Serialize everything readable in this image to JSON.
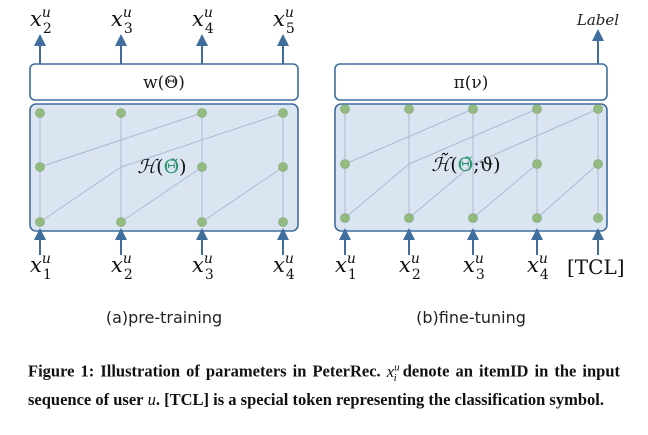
{
  "diagram": {
    "pretrain": {
      "outputs": [
        "x_2^u",
        "x_3^u",
        "x_4^u",
        "x_5^u"
      ],
      "head_label": "w(Θ)",
      "net_label": "ℋ(Θ̃)",
      "inputs": [
        "x_1^u",
        "x_2^u",
        "x_3^u",
        "x_4^u"
      ],
      "subcaption": "(a)pre-training"
    },
    "finetune": {
      "output_label": "Label",
      "head_label": "π(ν)",
      "net_label": "ℋ̃(Θ̃;ϑ)",
      "inputs": [
        "x_1^u",
        "x_2^u",
        "x_3^u",
        "x_4^u"
      ],
      "special_token": "[TCL]",
      "subcaption": "(b)fine-tuning"
    },
    "colors": {
      "accent": "#3f6e9c",
      "net_fill": "#dbe4f1",
      "node": "#93ba80",
      "green_var": "#2d9470"
    }
  },
  "caption": {
    "figure_label": "Figure 1:",
    "text_a": "Illustration of parameters in PeterRec.",
    "math_symbol": "x_i^u",
    "text_b": "denote an itemID in the input sequence of user",
    "user_var": "u",
    "text_c": ". [TCL] is a special token representing the classification symbol."
  }
}
